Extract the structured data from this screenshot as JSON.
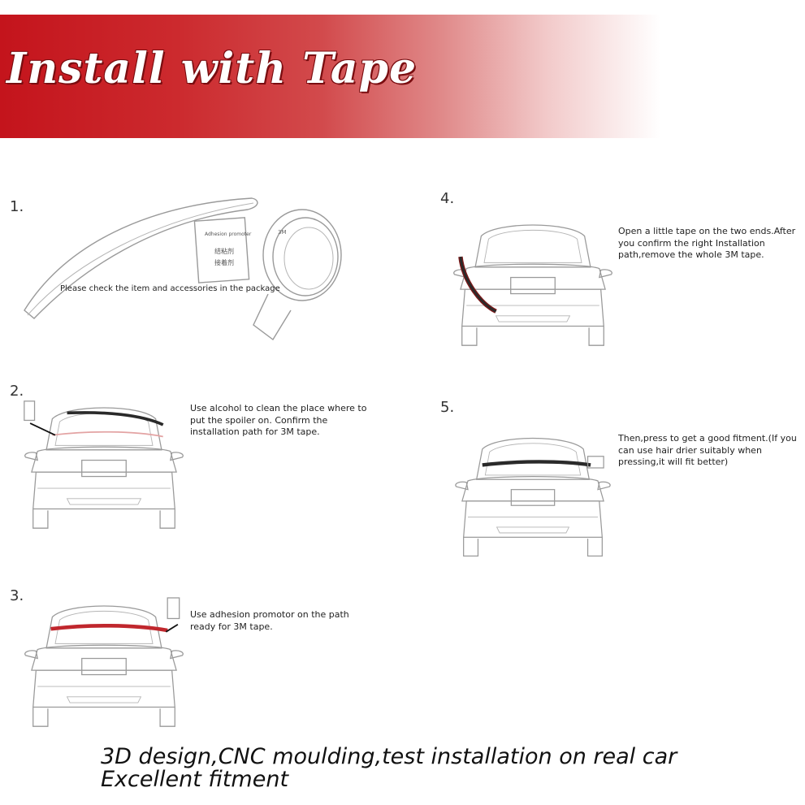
{
  "banner": {
    "title": "Install with Tape"
  },
  "steps": [
    {
      "num": "1.",
      "text": "Please check  the item and accessories in the package",
      "label_zh_1": "结粘剂",
      "label_zh_2": "接着剂"
    },
    {
      "num": "2.",
      "text": "Use alcohol to clean the place where to put the spoiler on. Confirm the installation path for 3M tape."
    },
    {
      "num": "3.",
      "text": "Use adhesion promotor on the path ready for 3M tape."
    },
    {
      "num": "4.",
      "text": "Open a little tape on the two ends.After you confirm the right Installation path,remove the whole 3M tape."
    },
    {
      "num": "5.",
      "text": "Then,press to get a good fitment.(If you can use hair drier suitably when pressing,it will fit better)"
    }
  ],
  "package": {
    "label": "Adhesion promoter",
    "tape_mark": "3M"
  },
  "footer": {
    "line1": "3D design,CNC moulding,test installation on real car",
    "line2": "Excellent fitment"
  },
  "colors": {
    "banner_red": "#c4141c",
    "spoiler": "#2a2a2a",
    "path_red": "#c0272d"
  }
}
